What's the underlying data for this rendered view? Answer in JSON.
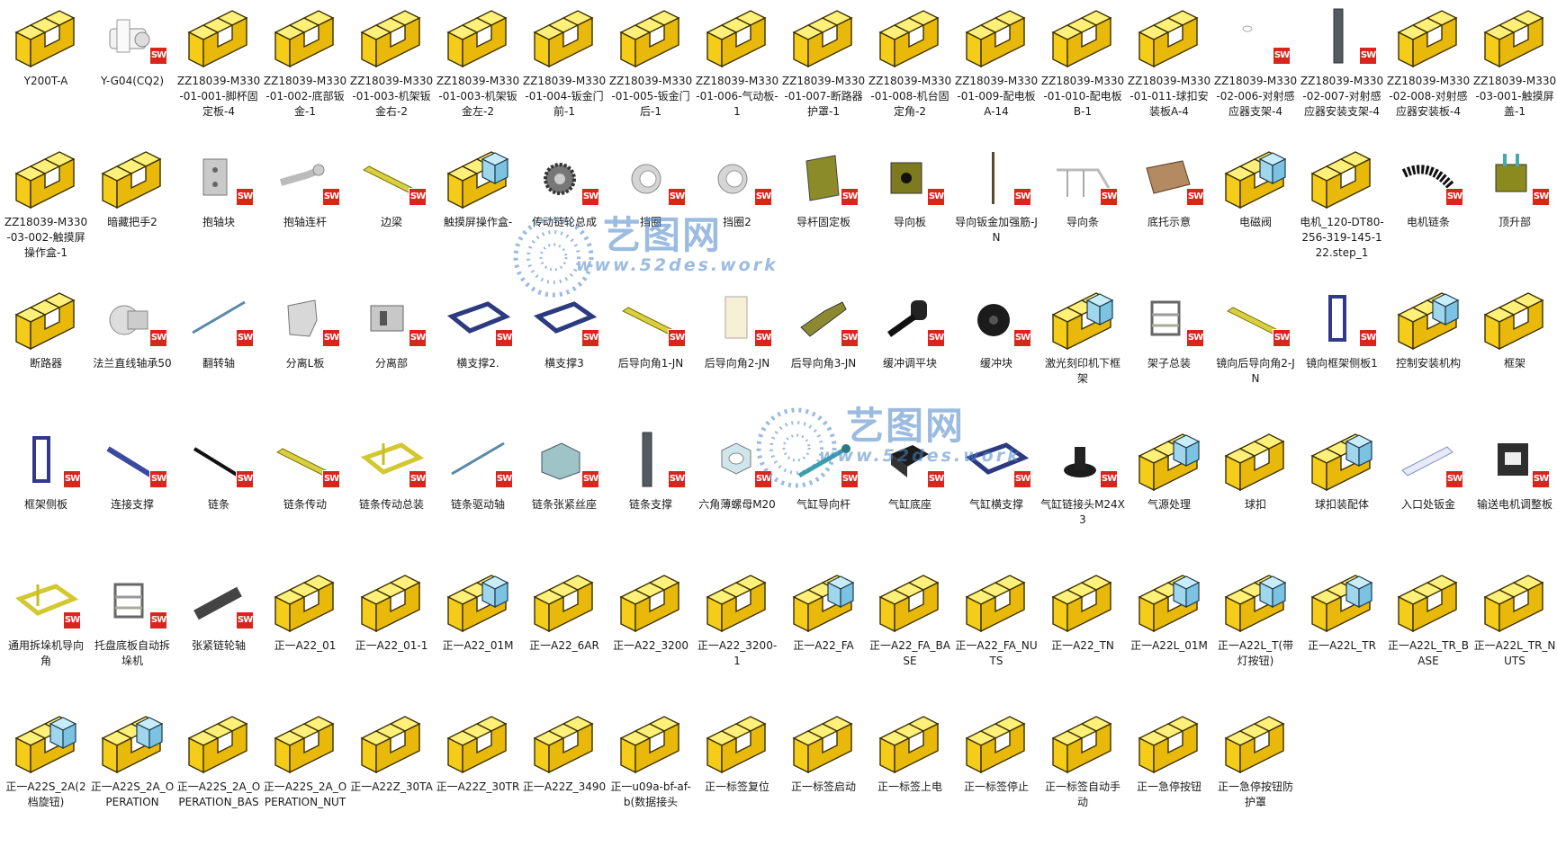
{
  "colors": {
    "folder_yellow": "#f4cc19",
    "cube_blue": "#9fd6ee",
    "sw_red": "#d8261c",
    "watermark_blue": "#4b85c9"
  },
  "watermark": {
    "title": "艺图网",
    "url": "www.52des.work"
  },
  "items": [
    {
      "label": "Y200T-A",
      "icon": "assembly-folder-icon"
    },
    {
      "label": "Y-G04(CQ2)",
      "icon": "part-white-bracket-icon"
    },
    {
      "label": "ZZ18039-M330-01-001-脚杯固定板-4",
      "icon": "assembly-folder-icon"
    },
    {
      "label": "ZZ18039-M330-01-002-底部钣金-1",
      "icon": "assembly-folder-icon"
    },
    {
      "label": "ZZ18039-M330-01-003-机架钣金右-2",
      "icon": "assembly-folder-icon"
    },
    {
      "label": "ZZ18039-M330-01-003-机架钣金左-2",
      "icon": "assembly-folder-icon"
    },
    {
      "label": "ZZ18039-M330-01-004-钣金门前-1",
      "icon": "assembly-folder-icon"
    },
    {
      "label": "ZZ18039-M330-01-005-钣金门后-1",
      "icon": "assembly-folder-icon"
    },
    {
      "label": "ZZ18039-M330-01-006-气动板-1",
      "icon": "assembly-folder-icon"
    },
    {
      "label": "ZZ18039-M330-01-007-断路器护罩-1",
      "icon": "assembly-folder-icon"
    },
    {
      "label": "ZZ18039-M330-01-008-机台固定角-2",
      "icon": "assembly-folder-icon"
    },
    {
      "label": "ZZ18039-M330-01-009-配电板A-14",
      "icon": "assembly-folder-icon"
    },
    {
      "label": "ZZ18039-M330-01-010-配电板B-1",
      "icon": "assembly-folder-icon"
    },
    {
      "label": "ZZ18039-M330-01-011-球扣安装板A-4",
      "icon": "assembly-folder-icon"
    },
    {
      "label": "ZZ18039-M330-02-006-对射感应器支架-4",
      "icon": "part-tiny-icon"
    },
    {
      "label": "ZZ18039-M330-02-007-对射感应器安装支架-4",
      "icon": "part-grey-bar-icon"
    },
    {
      "label": "ZZ18039-M330-02-008-对射感应器安装板-4",
      "icon": "assembly-folder-icon"
    },
    {
      "label": "ZZ18039-M330-03-001-触摸屏盖-1",
      "icon": "assembly-folder-icon"
    },
    {
      "label": "ZZ18039-M330-03-002-触摸屏操作盒-1",
      "icon": "assembly-folder-icon"
    },
    {
      "label": "暗藏把手2",
      "icon": "assembly-folder-icon"
    },
    {
      "label": "抱轴块",
      "icon": "part-grey-block-icon"
    },
    {
      "label": "抱轴连杆",
      "icon": "part-grey-lever-icon"
    },
    {
      "label": "边梁",
      "icon": "part-yellow-beam-icon"
    },
    {
      "label": "触摸屏操作盒-",
      "icon": "assembly-folder-blue-icon"
    },
    {
      "label": "传动链轮总成",
      "icon": "part-sprocket-icon"
    },
    {
      "label": "挡圈",
      "icon": "part-ring-icon"
    },
    {
      "label": "挡圈2",
      "icon": "part-ring-icon"
    },
    {
      "label": "导杆固定板",
      "icon": "part-olive-plate-icon"
    },
    {
      "label": "导向板",
      "icon": "part-olive-plate-hole-icon"
    },
    {
      "label": "导向钣金加强筋-JN",
      "icon": "part-thin-rod-icon"
    },
    {
      "label": "导向条",
      "icon": "part-rail-icon"
    },
    {
      "label": "底托示意",
      "icon": "part-wood-box-icon"
    },
    {
      "label": "电磁阀",
      "icon": "assembly-folder-blue-icon"
    },
    {
      "label": "电机_120-DT80-256-319-145-122.step_1",
      "icon": "assembly-folder-icon"
    },
    {
      "label": "电机链条",
      "icon": "part-chain-icon"
    },
    {
      "label": "顶升部",
      "icon": "part-lift-icon"
    },
    {
      "label": "断路器",
      "icon": "assembly-folder-icon"
    },
    {
      "label": "法兰直线轴承50",
      "icon": "part-flange-icon"
    },
    {
      "label": "翻转轴",
      "icon": "part-shaft-icon"
    },
    {
      "label": "分离L板",
      "icon": "part-lplate-icon"
    },
    {
      "label": "分离部",
      "icon": "part-separator-icon"
    },
    {
      "label": "横支撑2.",
      "icon": "part-blue-frame-icon"
    },
    {
      "label": "横支撑3",
      "icon": "part-blue-frame-icon"
    },
    {
      "label": "后导向角1-JN",
      "icon": "part-yellow-beam-icon"
    },
    {
      "label": "后导向角2-JN",
      "icon": "part-cream-plate-icon"
    },
    {
      "label": "后导向角3-JN",
      "icon": "part-olive-angle-icon"
    },
    {
      "label": "缓冲调平块",
      "icon": "part-black-bolt-icon"
    },
    {
      "label": "缓冲块",
      "icon": "part-black-wheel-icon"
    },
    {
      "label": "激光刻印机下框架",
      "icon": "assembly-folder-blue-icon"
    },
    {
      "label": "架子总装",
      "icon": "part-rack-icon"
    },
    {
      "label": "镜向后导向角2-JN",
      "icon": "part-yellow-beam-icon"
    },
    {
      "label": "镜向框架侧板1",
      "icon": "part-blue-side-icon"
    },
    {
      "label": "控制安装机构",
      "icon": "assembly-folder-blue-icon"
    },
    {
      "label": "框架",
      "icon": "assembly-folder-icon"
    },
    {
      "label": "框架侧板",
      "icon": "part-blue-side-icon"
    },
    {
      "label": "连接支撑",
      "icon": "part-blue-bar-icon"
    },
    {
      "label": "链条",
      "icon": "part-black-bar-icon"
    },
    {
      "label": "链条传动",
      "icon": "part-yellow-beam-icon"
    },
    {
      "label": "链条传动总装",
      "icon": "part-yellow-frame-icon"
    },
    {
      "label": "链条驱动轴",
      "icon": "part-shaft-icon"
    },
    {
      "label": "链条张紧丝座",
      "icon": "part-teal-block-icon"
    },
    {
      "label": "链条支撑",
      "icon": "part-grey-bar-icon"
    },
    {
      "label": "六角薄螺母M20",
      "icon": "part-hexnut-icon"
    },
    {
      "label": "气缸导向杆",
      "icon": "part-teal-rod-icon"
    },
    {
      "label": "气缸底座",
      "icon": "part-black-base-icon"
    },
    {
      "label": "气缸横支撑",
      "icon": "part-blue-frame-icon"
    },
    {
      "label": "气缸链接头M24X3",
      "icon": "part-black-joint-icon"
    },
    {
      "label": "气源处理",
      "icon": "assembly-folder-blue-icon"
    },
    {
      "label": "球扣",
      "icon": "assembly-folder-icon"
    },
    {
      "label": "球扣装配体",
      "icon": "assembly-folder-blue-icon"
    },
    {
      "label": "入口处钣金",
      "icon": "part-light-plate-icon"
    },
    {
      "label": "输送电机调整板",
      "icon": "part-dark-plate-icon"
    },
    {
      "label": "通用拆垛机导向角",
      "icon": "part-yellow-frame-icon"
    },
    {
      "label": "托盘底板自动拆垛机",
      "icon": "part-rack-icon"
    },
    {
      "label": "张紧链轮轴",
      "icon": "part-roller-icon"
    },
    {
      "label": "正一A22_01",
      "icon": "assembly-folder-icon"
    },
    {
      "label": "正一A22_01-1",
      "icon": "assembly-folder-icon"
    },
    {
      "label": "正一A22_01M",
      "icon": "assembly-folder-blue-icon"
    },
    {
      "label": "正一A22_6AR",
      "icon": "assembly-folder-icon"
    },
    {
      "label": "正一A22_3200",
      "icon": "assembly-folder-icon"
    },
    {
      "label": "正一A22_3200-1",
      "icon": "assembly-folder-icon"
    },
    {
      "label": "正一A22_FA",
      "icon": "assembly-folder-blue-icon"
    },
    {
      "label": "正一A22_FA_BASE",
      "icon": "assembly-folder-icon"
    },
    {
      "label": "正一A22_FA_NUTS",
      "icon": "assembly-folder-icon"
    },
    {
      "label": "正一A22_TN",
      "icon": "assembly-folder-icon"
    },
    {
      "label": "正一A22L_01M",
      "icon": "assembly-folder-blue-icon"
    },
    {
      "label": "正一A22L_T(带灯按钮)",
      "icon": "assembly-folder-blue-icon"
    },
    {
      "label": "正一A22L_TR",
      "icon": "assembly-folder-blue-icon"
    },
    {
      "label": "正一A22L_TR_BASE",
      "icon": "assembly-folder-icon"
    },
    {
      "label": "正一A22L_TR_NUTS",
      "icon": "assembly-folder-icon"
    },
    {
      "label": "正一A22S_2A(2档旋钮)",
      "icon": "assembly-folder-blue-icon"
    },
    {
      "label": "正一A22S_2A_OPERATION",
      "icon": "assembly-folder-blue-icon"
    },
    {
      "label": "正一A22S_2A_OPERATION_BAS",
      "icon": "assembly-folder-icon"
    },
    {
      "label": "正一A22S_2A_OPERATION_NUT",
      "icon": "assembly-folder-icon"
    },
    {
      "label": "正一A22Z_30TA",
      "icon": "assembly-folder-icon"
    },
    {
      "label": "正一A22Z_30TR",
      "icon": "assembly-folder-icon"
    },
    {
      "label": "正一A22Z_3490",
      "icon": "assembly-folder-icon"
    },
    {
      "label": "正一u09a-bf-af-b(数据接头",
      "icon": "assembly-folder-icon"
    },
    {
      "label": "正一标签复位",
      "icon": "assembly-folder-icon"
    },
    {
      "label": "正一标签启动",
      "icon": "assembly-folder-icon"
    },
    {
      "label": "正一标签上电",
      "icon": "assembly-folder-icon"
    },
    {
      "label": "正一标签停止",
      "icon": "assembly-folder-icon"
    },
    {
      "label": "正一标签自动手动",
      "icon": "assembly-folder-icon"
    },
    {
      "label": "正一急停按钮",
      "icon": "assembly-folder-icon"
    },
    {
      "label": "正一急停按钮防护罩",
      "icon": "assembly-folder-icon"
    }
  ]
}
